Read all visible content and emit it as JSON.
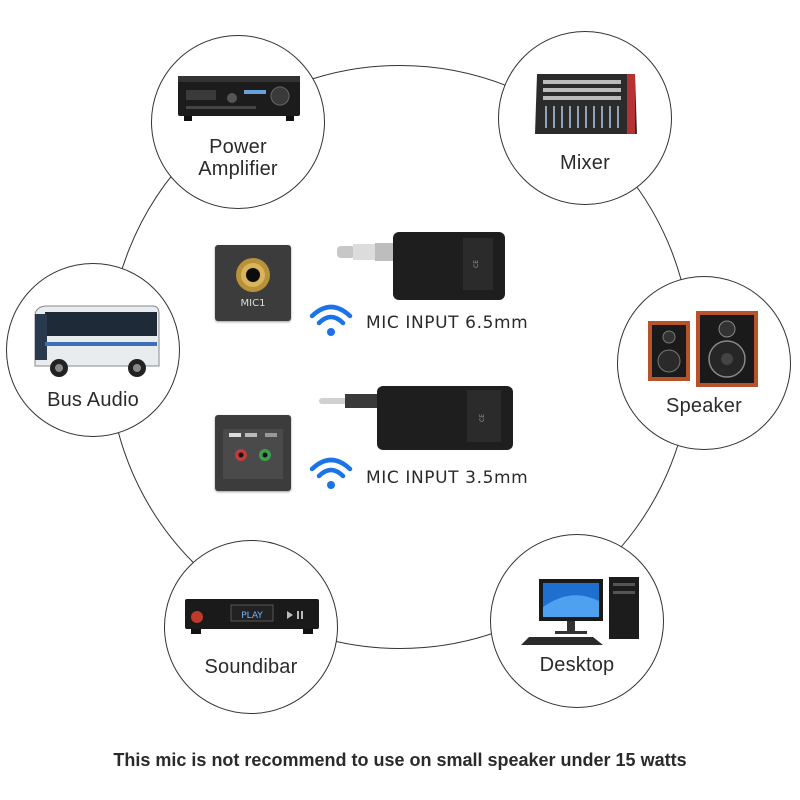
{
  "nodes": {
    "power_amplifier": {
      "line1": "Power",
      "line2": "Amplifier"
    },
    "mixer": {
      "label": "Mixer"
    },
    "bus_audio": {
      "label": "Bus Audio"
    },
    "speaker": {
      "label": "Speaker"
    },
    "soundibar": {
      "label": "Soundibar",
      "display_text": "PLAY"
    },
    "desktop": {
      "label": "Desktop"
    }
  },
  "panels": {
    "mic_jack": {
      "label": "MIC1"
    }
  },
  "inputs": {
    "large": {
      "label": "MIC INPUT 6.5mm"
    },
    "small": {
      "label": "MIC INPUT 3.5mm"
    }
  },
  "footer": "This mic is not recommend to use on small speaker under 15 watts",
  "colors": {
    "wifi_blue": "#1a73e8",
    "ring_stroke": "#333333",
    "device_body": "#1e1e1e",
    "speaker_wood": "#b5542b"
  },
  "icons": [
    "wifi-icon",
    "power-amplifier-icon",
    "mixer-icon",
    "bus-icon",
    "speaker-icon",
    "soundbar-icon",
    "desktop-icon",
    "receiver-icon"
  ]
}
